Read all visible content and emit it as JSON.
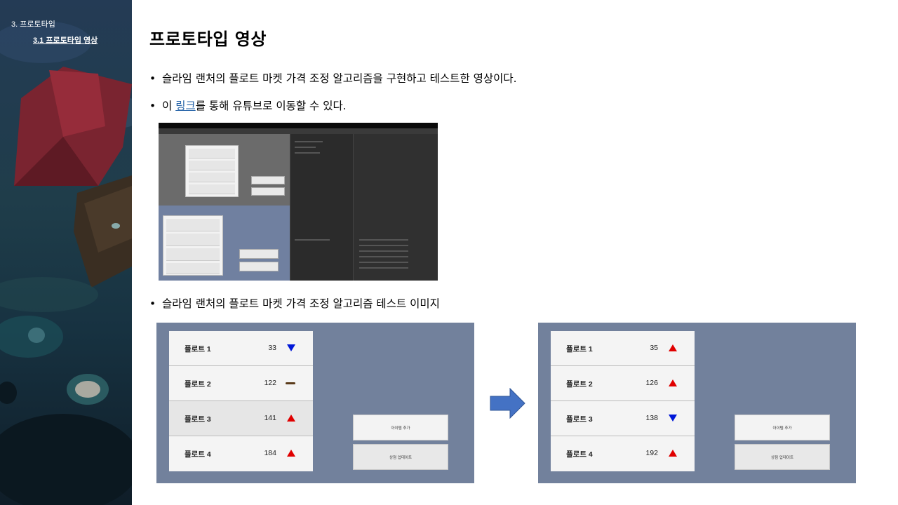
{
  "sidebar": {
    "section": "3. 프로토타입",
    "subsection": "3.1 프로토타입 영상"
  },
  "page": {
    "title": "프로토타입 영상"
  },
  "bullets": {
    "b1": "슬라임 랜처의 플로트 마켓 가격 조정 알고리즘을 구현하고 테스트한 영상이다.",
    "b2_prefix": "이 ",
    "b2_link": "링크",
    "b2_suffix": "를 통해 유튜브로 이동할 수 있다.",
    "b3": "슬라임 랜처의 플로트 마켓 가격 조정 알고리즘 테스트 이미지",
    "bullet_char": "•"
  },
  "video_thumbnail": {
    "description_icon": "unity-editor-screenshot"
  },
  "before": {
    "rows": [
      {
        "name": "플로트 1",
        "value": "33",
        "trend": "down"
      },
      {
        "name": "플로트 2",
        "value": "122",
        "trend": "flat"
      },
      {
        "name": "플로트 3",
        "value": "141",
        "trend": "up"
      },
      {
        "name": "플로트 4",
        "value": "184",
        "trend": "up"
      }
    ],
    "add_item_button": "아이템 추가",
    "update_button": "상점 업데이트"
  },
  "after": {
    "rows": [
      {
        "name": "플로트 1",
        "value": "35",
        "trend": "up"
      },
      {
        "name": "플로트 2",
        "value": "126",
        "trend": "up"
      },
      {
        "name": "플로트 3",
        "value": "138",
        "trend": "down"
      },
      {
        "name": "플로트 4",
        "value": "192",
        "trend": "up"
      }
    ],
    "add_item_button": "아이템 추가",
    "update_button": "상점 업데이트"
  },
  "colors": {
    "up": "#e00000",
    "down": "#0018d8",
    "flat": "#5a3a1a",
    "panel_bg": "#72819c",
    "arrow": "#4472c4",
    "link": "#2563a8"
  },
  "icons": {
    "transition": "right-arrow-icon"
  }
}
